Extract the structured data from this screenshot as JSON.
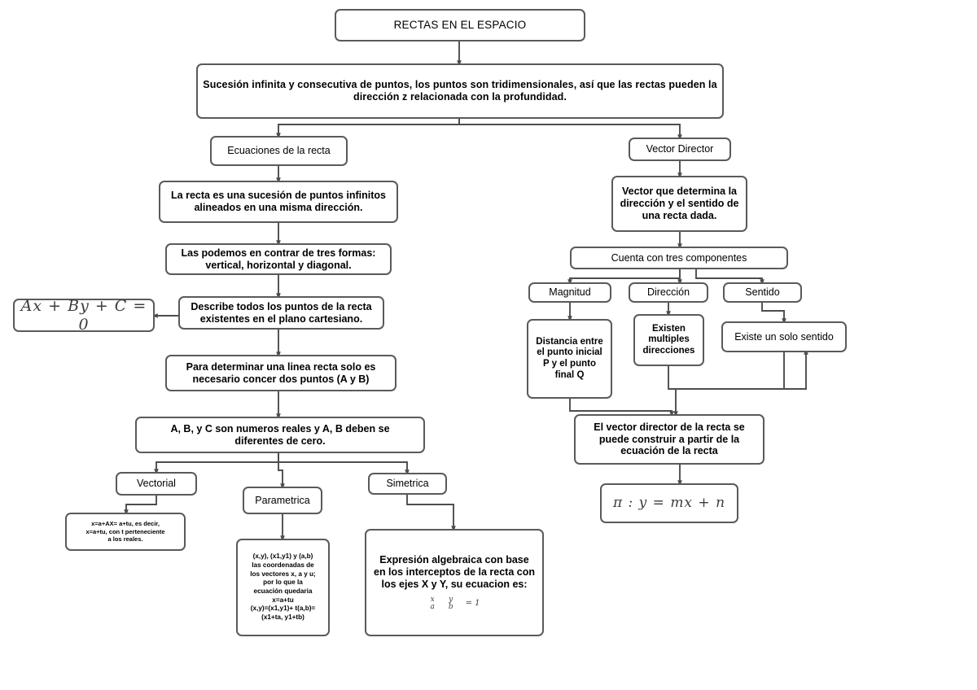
{
  "diagram": {
    "title": "RECTAS EN EL ESPACIO",
    "type": "concept-map",
    "language": "es",
    "colors": {
      "node_border": "#5a5a5a",
      "node_fill": "#ffffff",
      "edge": "#4d4d4d",
      "text": "#000000",
      "math_text": "#3d3d3d",
      "background": "#ffffff"
    }
  },
  "nodes": {
    "root": "RECTAS EN EL ESPACIO",
    "definition": "Sucesión infinita y consecutiva de puntos, los puntos son tridimensionales, así que las rectas pueden la dirección z relacionada con la profundidad.",
    "branch_equations": "Ecuaciones de la recta",
    "branch_vector": "Vector Director",
    "eq_1": "La recta es una sucesión de puntos infinitos\nalineados en una misma dirección.",
    "eq_2": "Las podemos en contrar de tres formas:\nvertical, horizontal y diagonal.",
    "eq_3": "Describe todos los puntos de la recta\nexistentes en el plano cartesiano.",
    "eq_formula": "Ax + By + C = 0",
    "eq_4": "Para determinar una linea recta solo es\nnecesario concer dos puntos (A y B)",
    "eq_5": "A, B, y C son numeros reales y A, B deben se\ndiferentes de cero.",
    "form_vectorial": "Vectorial",
    "form_parametrica": "Parametrica",
    "form_simetrica": "Simetrica",
    "vectorial_detail": "x=a+AX= a+tu, es decir,\nx=a+tu, con t perteneciente\na los reales.",
    "parametrica_detail": "(x,y), (x1,y1) y (a,b)\nlas coordenadas de\nlos vectores x, a y u;\npor lo que la\necuación quedaria\nx=a+tu\n(x,y)=(x1,y1)+ t(a,b)=\n(x1+ta, y1+tb)",
    "simetrica_detail": "Expresión algebraica con base\nen los interceptos de la recta con\nlos ejes X y Y, su ecuacion es:",
    "simetrica_formula": {
      "frac1_num": "x",
      "frac1_den": "a",
      "frac2_num": "y",
      "frac2_den": "b",
      "equals": "= 1"
    },
    "vd_1": "Vector que determina la\ndirección y el sentido de\nuna recta dada.",
    "vd_2": "Cuenta con tres componentes",
    "comp_magnitud": "Magnitud",
    "comp_direccion": "Dirección",
    "comp_sentido": "Sentido",
    "magnitud_detail": "Distancia entre\nel punto inicial\nP y el punto\nfinal Q",
    "direccion_detail": "Existen\nmultiples\ndirecciones",
    "sentido_detail": "Existe un solo sentido",
    "vd_3": "El vector director de la recta se\npuede construir a partir de la\necuación de la recta",
    "vd_formula": "π : y = mx + n"
  }
}
